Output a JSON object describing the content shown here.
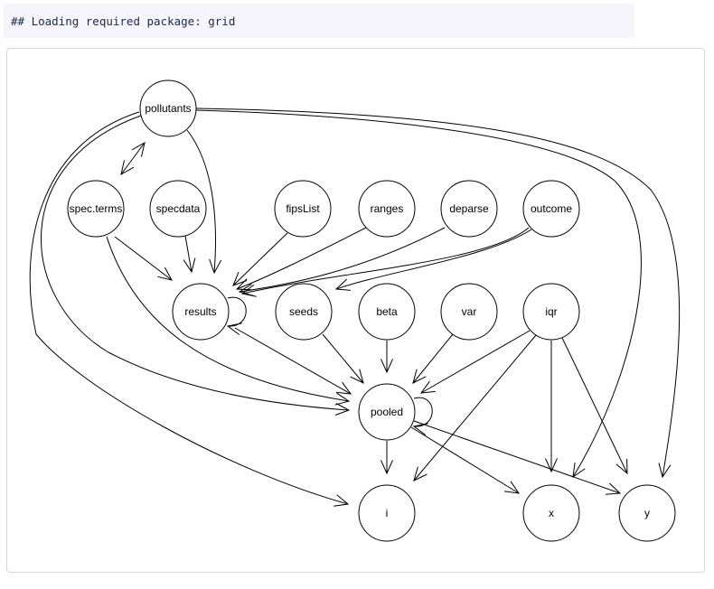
{
  "console": {
    "message": "## Loading required package: grid"
  },
  "graph": {
    "nodes": [
      {
        "id": "pollutants",
        "label": "pollutants"
      },
      {
        "id": "spec.terms",
        "label": "spec.terms"
      },
      {
        "id": "specdata",
        "label": "specdata"
      },
      {
        "id": "fipsList",
        "label": "fipsList"
      },
      {
        "id": "ranges",
        "label": "ranges"
      },
      {
        "id": "deparse",
        "label": "deparse"
      },
      {
        "id": "outcome",
        "label": "outcome"
      },
      {
        "id": "results",
        "label": "results"
      },
      {
        "id": "seeds",
        "label": "seeds"
      },
      {
        "id": "beta",
        "label": "beta"
      },
      {
        "id": "var",
        "label": "var"
      },
      {
        "id": "iqr",
        "label": "iqr"
      },
      {
        "id": "pooled",
        "label": "pooled"
      },
      {
        "id": "i",
        "label": "i"
      },
      {
        "id": "x",
        "label": "x"
      },
      {
        "id": "y",
        "label": "y"
      }
    ],
    "edges": [
      {
        "from": "pollutants",
        "to": "spec.terms",
        "bidirectional": true
      },
      {
        "from": "pollutants",
        "to": "results"
      },
      {
        "from": "pollutants",
        "to": "pooled"
      },
      {
        "from": "pollutants",
        "to": "i"
      },
      {
        "from": "pollutants",
        "to": "x"
      },
      {
        "from": "pollutants",
        "to": "y"
      },
      {
        "from": "spec.terms",
        "to": "results"
      },
      {
        "from": "spec.terms",
        "to": "pooled"
      },
      {
        "from": "specdata",
        "to": "results"
      },
      {
        "from": "fipsList",
        "to": "results"
      },
      {
        "from": "ranges",
        "to": "results"
      },
      {
        "from": "deparse",
        "to": "results"
      },
      {
        "from": "outcome",
        "to": "results"
      },
      {
        "from": "outcome",
        "to": "seeds"
      },
      {
        "from": "results",
        "to": "results"
      },
      {
        "from": "results",
        "to": "pooled"
      },
      {
        "from": "seeds",
        "to": "pooled"
      },
      {
        "from": "beta",
        "to": "pooled"
      },
      {
        "from": "var",
        "to": "pooled"
      },
      {
        "from": "iqr",
        "to": "pooled"
      },
      {
        "from": "iqr",
        "to": "i"
      },
      {
        "from": "iqr",
        "to": "x"
      },
      {
        "from": "iqr",
        "to": "y"
      },
      {
        "from": "pooled",
        "to": "pooled"
      },
      {
        "from": "pooled",
        "to": "i"
      },
      {
        "from": "pooled",
        "to": "x"
      },
      {
        "from": "pooled",
        "to": "y"
      }
    ]
  }
}
